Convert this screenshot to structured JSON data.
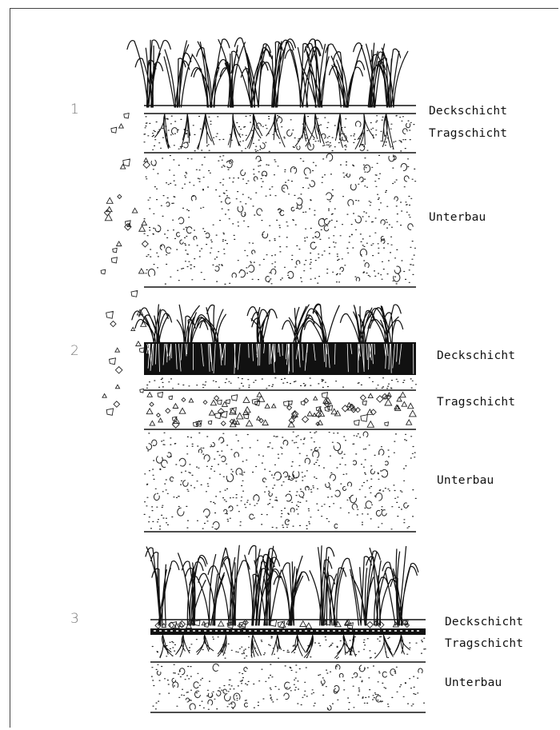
{
  "sections": [
    {
      "number": "1",
      "layers": [
        {
          "label": "Deckschicht"
        },
        {
          "label": "Tragschicht"
        },
        {
          "label": "Unterbau"
        }
      ]
    },
    {
      "number": "2",
      "layers": [
        {
          "label": "Deckschicht"
        },
        {
          "label": "Tragschicht"
        },
        {
          "label": "Unterbau"
        }
      ]
    },
    {
      "number": "3",
      "layers": [
        {
          "label": "Deckschicht"
        },
        {
          "label": "Tragschicht"
        },
        {
          "label": "Unterbau"
        }
      ]
    }
  ]
}
